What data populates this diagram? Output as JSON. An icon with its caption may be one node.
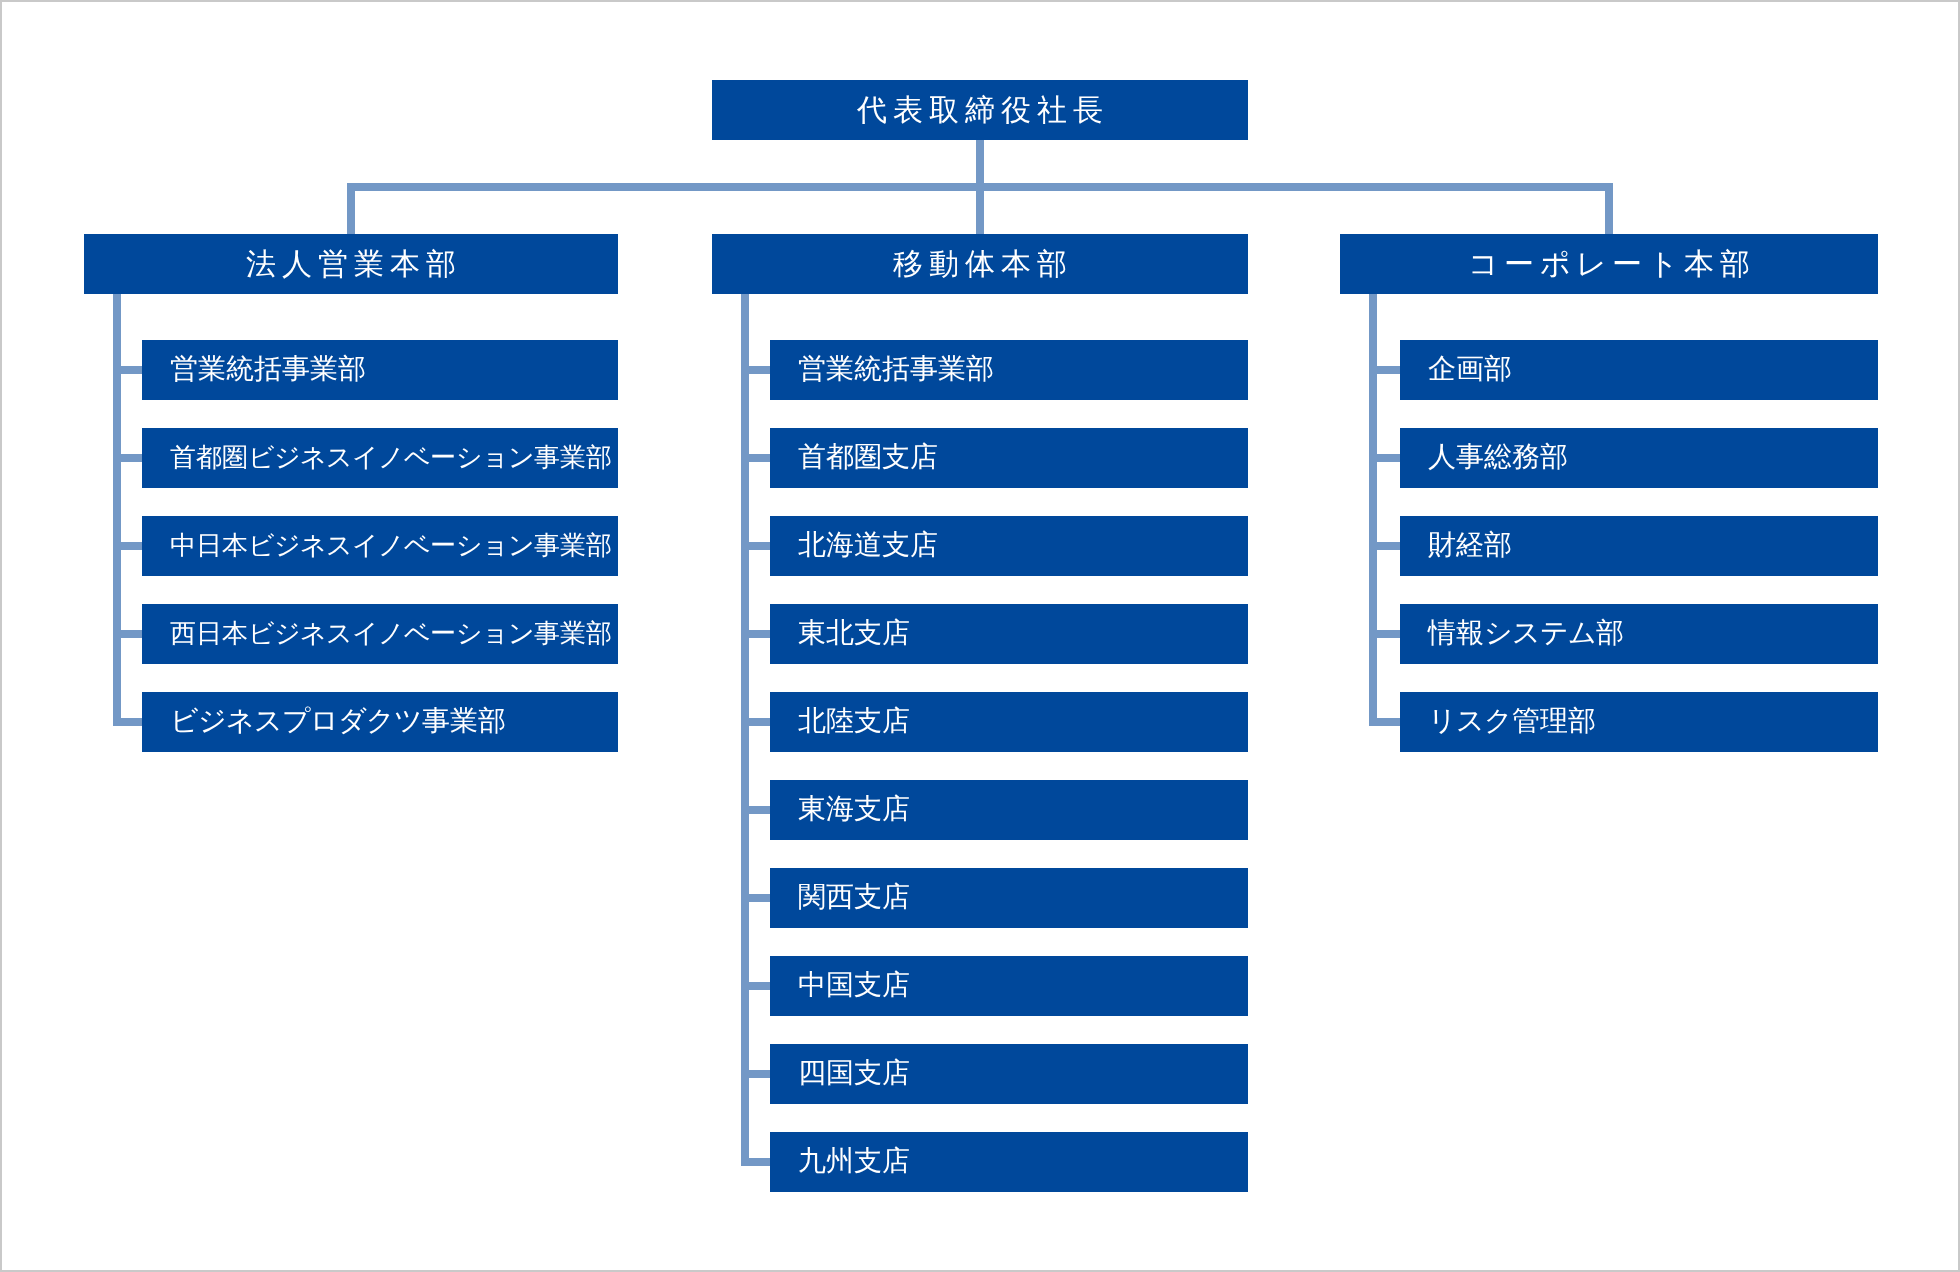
{
  "diagram": {
    "nodes": [
      {
        "text": [
          "代表取締役社長"
        ]
      },
      {
        "text": [
          "法人営業本部"
        ]
      },
      {
        "text": [
          "移動体本部"
        ]
      },
      {
        "text": [
          "コーポレート本部"
        ]
      },
      {
        "text": [
          "営業統括事業部"
        ]
      },
      {
        "text": [
          "首都圏ビジネスイノベーション事業部"
        ]
      },
      {
        "text": [
          "中日本ビジネスイノベーション事業部"
        ]
      },
      {
        "text": [
          "西日本ビジネスイノベーション事業部"
        ]
      },
      {
        "text": [
          "ビジネスプロダクツ事業部"
        ]
      },
      {
        "text": [
          "営業統括事業部"
        ]
      },
      {
        "text": [
          "首都圏支店"
        ]
      },
      {
        "text": [
          "北海道支店"
        ]
      },
      {
        "text": [
          "東北支店"
        ]
      },
      {
        "text": [
          "北陸支店"
        ]
      },
      {
        "text": [
          "東海支店"
        ]
      },
      {
        "text": [
          "関西支店"
        ]
      },
      {
        "text": [
          "中国支店"
        ]
      },
      {
        "text": [
          "四国支店"
        ]
      },
      {
        "text": [
          "九州支店"
        ]
      },
      {
        "text": [
          "企画部"
        ]
      },
      {
        "text": [
          "人事総務部"
        ]
      },
      {
        "text": [
          "財経部"
        ]
      },
      {
        "text": [
          "情報システム部"
        ]
      },
      {
        "text": [
          "リスク管理部"
        ]
      }
    ],
    "edges": [
      {
        "from": 0,
        "to": 1,
        "arrow": "none"
      },
      {
        "from": 0,
        "to": 2,
        "arrow": "none"
      },
      {
        "from": 0,
        "to": 3,
        "arrow": "none"
      },
      {
        "from": 1,
        "to": 4,
        "arrow": "none"
      },
      {
        "from": 1,
        "to": 5,
        "arrow": "none"
      },
      {
        "from": 1,
        "to": 6,
        "arrow": "none"
      },
      {
        "from": 1,
        "to": 7,
        "arrow": "none"
      },
      {
        "from": 1,
        "to": 8,
        "arrow": "none"
      },
      {
        "from": 2,
        "to": 9,
        "arrow": "none"
      },
      {
        "from": 2,
        "to": 10,
        "arrow": "none"
      },
      {
        "from": 2,
        "to": 11,
        "arrow": "none"
      },
      {
        "from": 2,
        "to": 12,
        "arrow": "none"
      },
      {
        "from": 2,
        "to": 13,
        "arrow": "none"
      },
      {
        "from": 2,
        "to": 14,
        "arrow": "none"
      },
      {
        "from": 2,
        "to": 15,
        "arrow": "none"
      },
      {
        "from": 2,
        "to": 16,
        "arrow": "none"
      },
      {
        "from": 2,
        "to": 17,
        "arrow": "none"
      },
      {
        "from": 2,
        "to": 18,
        "arrow": "none"
      },
      {
        "from": 3,
        "to": 19,
        "arrow": "none"
      },
      {
        "from": 3,
        "to": 20,
        "arrow": "none"
      },
      {
        "from": 3,
        "to": 21,
        "arrow": "none"
      },
      {
        "from": 3,
        "to": 22,
        "arrow": "none"
      },
      {
        "from": 3,
        "to": 23,
        "arrow": "none"
      }
    ]
  }
}
